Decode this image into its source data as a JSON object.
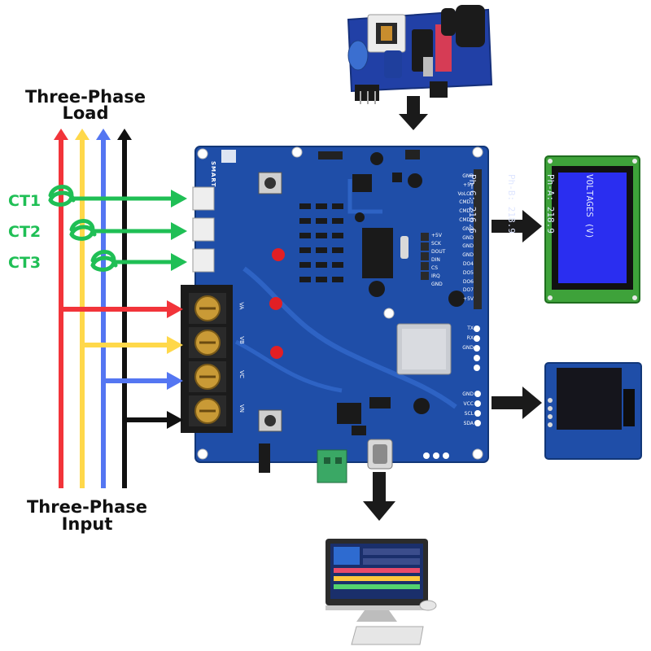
{
  "labels": {
    "load_line1": "Three-Phase",
    "load_line2": "Load",
    "input_line1": "Three-Phase",
    "input_line2": "Input",
    "ct1": "CT1",
    "ct2": "CT2",
    "ct3": "CT3"
  },
  "board": {
    "brand": "SMART",
    "terminals": [
      "VA",
      "VB",
      "VC",
      "VN"
    ],
    "right_header_pins": [
      "GND",
      "+5V",
      "VoLCD",
      "CMD1",
      "CMD2",
      "CMD3",
      "GND",
      "GND",
      "GND",
      "GND",
      "DO4",
      "DO5",
      "DO6",
      "DO7",
      "+5V"
    ],
    "mid_header_pins": [
      "+5V",
      "SCK",
      "DOUT",
      "DIN",
      "CS",
      "IRQ",
      "GND"
    ],
    "uart_pins": [
      "TX",
      "RX",
      "GND"
    ],
    "oled_pins": [
      "GND",
      "VCC",
      "SCL",
      "SDA"
    ]
  },
  "lcd": {
    "lines": [
      "VOLTAGES (V)",
      "Ph-A: 218.9",
      "Ph-B: 218.9",
      "Ph-C: 216.6"
    ]
  },
  "colors": {
    "phase_a": "#f2343a",
    "phase_b": "#ffd84a",
    "phase_c": "#5476f2",
    "neutral": "#111111",
    "ct": "#1fbf55",
    "pcb": "#1f4ea8",
    "lcd_screen": "#2a2ef0",
    "arrow": "#1a1a1a"
  }
}
